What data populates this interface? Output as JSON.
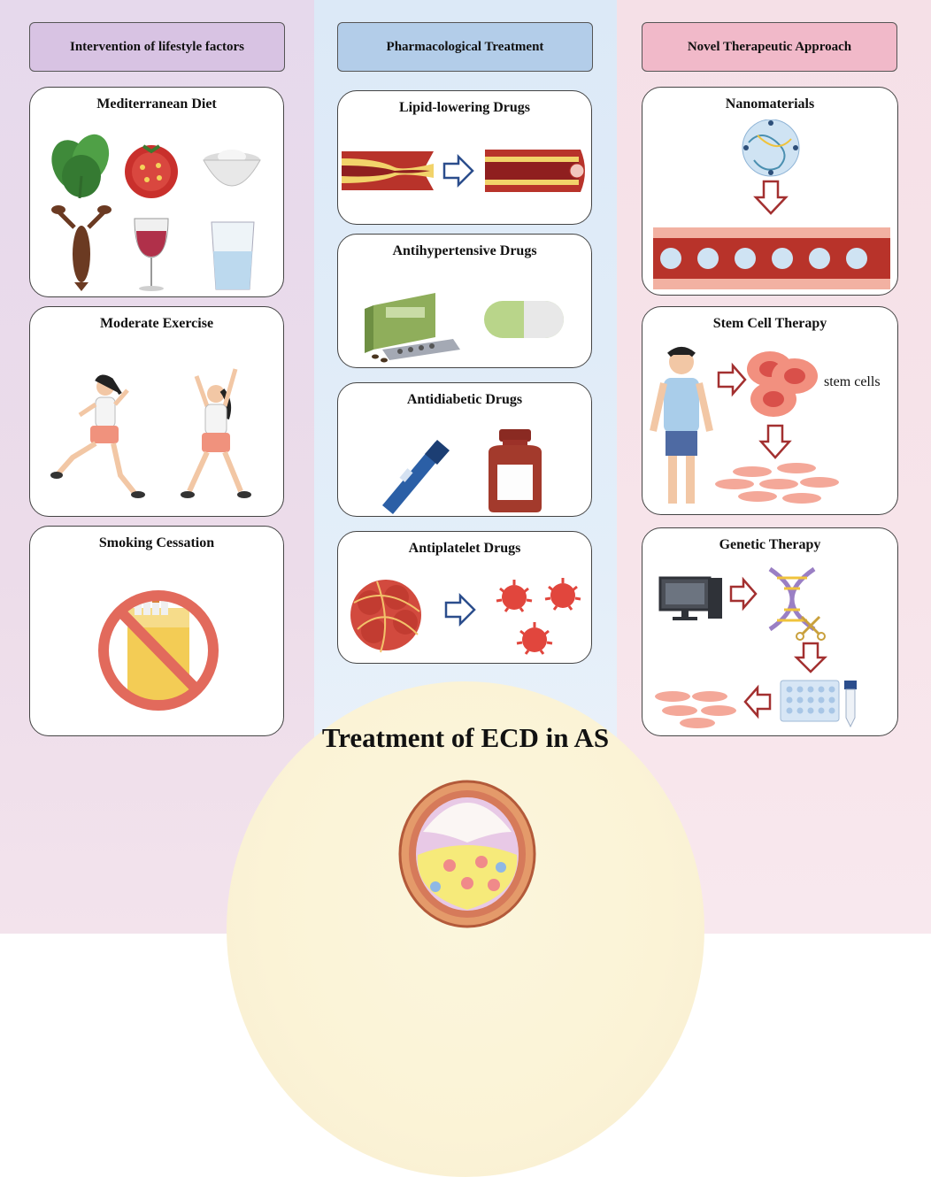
{
  "columns": {
    "lifestyle": {
      "header": "Intervention of lifestyle factors",
      "cards": [
        {
          "title": "Mediterranean Diet"
        },
        {
          "title": "Moderate Exercise"
        },
        {
          "title": "Smoking Cessation"
        }
      ]
    },
    "pharma": {
      "header": "Pharmacological Treatment",
      "cards": [
        {
          "title": "Lipid-lowering Drugs"
        },
        {
          "title": "Antihypertensive Drugs"
        },
        {
          "title": "Antidiabetic Drugs"
        },
        {
          "title": "Antiplatelet Drugs"
        }
      ]
    },
    "novel": {
      "header": "Novel Therapeutic Approach",
      "cards": [
        {
          "title": "Nanomaterials"
        },
        {
          "title": "Stem Cell Therapy",
          "label": "stem cells"
        },
        {
          "title": "Genetic Therapy"
        }
      ]
    }
  },
  "main_title": "Treatment of ECD in AS",
  "colors": {
    "lifestyle_header": "#d8c3e3",
    "pharma_header": "#b3cde9",
    "novel_header": "#f1b9c9",
    "vessel_red": "#b8332a",
    "arrow_red": "#a33030",
    "arrow_blue": "#2b4d8c"
  }
}
